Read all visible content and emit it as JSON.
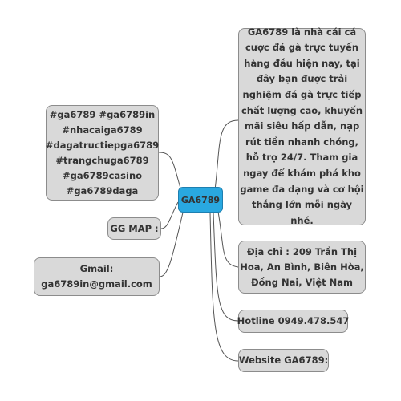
{
  "central": {
    "label": "GA6789"
  },
  "right_nodes": {
    "description": [
      "GA6789 là nhà cái cá",
      "cược đá gà trực tuyến",
      "hàng đầu hiện nay, tại",
      "đây bạn được trải",
      "nghiệm đá gà trực tiếp",
      "chất lượng cao, khuyến",
      "mãi siêu hấp dẫn, nạp",
      "rút tiền nhanh chóng,",
      "hỗ trợ 24/7. Tham gia",
      "ngay để khám phá kho",
      "game đa dạng và cơ hội",
      "thắng lớn mỗi ngày",
      "nhé."
    ],
    "address": [
      "Địa chỉ : 209 Trần Thị",
      "Hoa, An Bình, Biên Hòa,",
      "Đồng Nai, Việt Nam"
    ],
    "hotline": "Hotline 0949.478.547",
    "website": "Website GA6789:"
  },
  "left_nodes": {
    "tags": [
      "#ga6789 #ga6789in",
      "#nhacaiga6789",
      "#dagatructiepga6789",
      "#trangchuga6789",
      "#ga6789casino",
      "#ga6789daga"
    ],
    "ggmap": "GG MAP :",
    "gmail": [
      "Gmail:",
      "ga6789in@gmail.com"
    ]
  },
  "colors": {
    "central_fill": "#29a8e0",
    "node_fill": "#d9d9d9",
    "node_border": "#8c8c8c",
    "connector": "#555555",
    "text": "#333333"
  }
}
